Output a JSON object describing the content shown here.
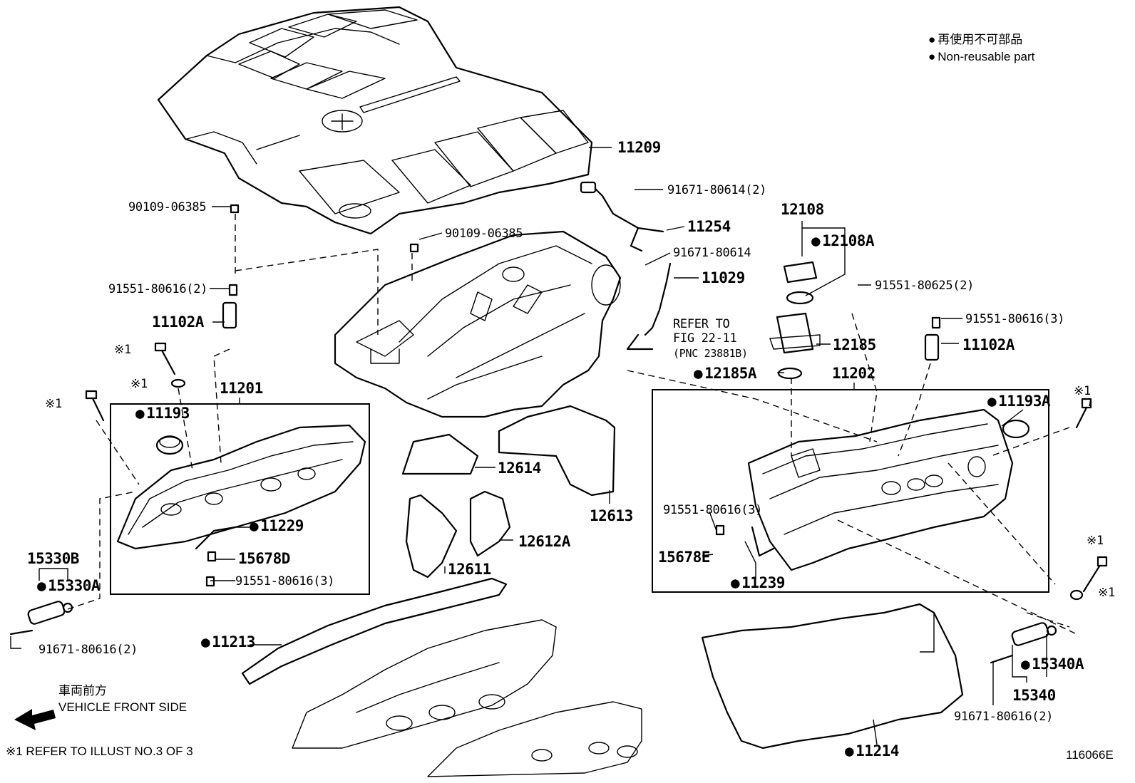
{
  "legend": {
    "symbol": "●",
    "line_ja": "再使用不可部品",
    "line_en": "Non-reusable part"
  },
  "front_side": {
    "ja": "車両前方",
    "en": "VEHICLE FRONT SIDE",
    "icon": "left-arrow-icon"
  },
  "footnote": "※1  REFER TO ILLUST NO.3 OF 3",
  "figure_id": "116066E",
  "refer": {
    "line1": "REFER TO",
    "line2": "FIG 22-11",
    "line3": "(PNC 23881B)"
  },
  "parts": {
    "p11209": "11209",
    "p90109_left": "90109-06385",
    "p90109_mid": "90109-06385",
    "p91671_80614_2": "91671-80614(2)",
    "p11254": "11254",
    "p91671_80614": "91671-80614",
    "p11029": "11029",
    "p12108": "12108",
    "p12108A": "12108A",
    "p91551_80625_2": "91551-80625(2)",
    "p91551_80616_3_r": "91551-80616(3)",
    "p12185": "12185",
    "p11102A_r": "11102A",
    "p12185A": "12185A",
    "p11202": "11202",
    "p11193A": "11193A",
    "p91551_80616_2": "91551-80616(2)",
    "p11102A_l": "11102A",
    "p11201": "11201",
    "p11193": "11193",
    "p12614": "12614",
    "p12613": "12613",
    "p12612A": "12612A",
    "p12611": "12611",
    "p11229": "11229",
    "p15678D": "15678D",
    "p91551_80616_3_l": "91551-80616(3)",
    "p15330B": "15330B",
    "p15330A": "15330A",
    "p91671_80616_2_l": "91671-80616(2)",
    "p11213": "11213",
    "p91551_80616_3_m": "91551-80616(3)",
    "p15678E": "15678E",
    "p11239": "11239",
    "p15340A": "15340A",
    "p15340": "15340",
    "p91671_80616_2_r": "91671-80616(2)",
    "p11214": "11214"
  },
  "refs": {
    "r1": "※1",
    "r2": "※1",
    "r3": "※1",
    "r4": "※1",
    "r5": "※1",
    "r6": "※1"
  }
}
